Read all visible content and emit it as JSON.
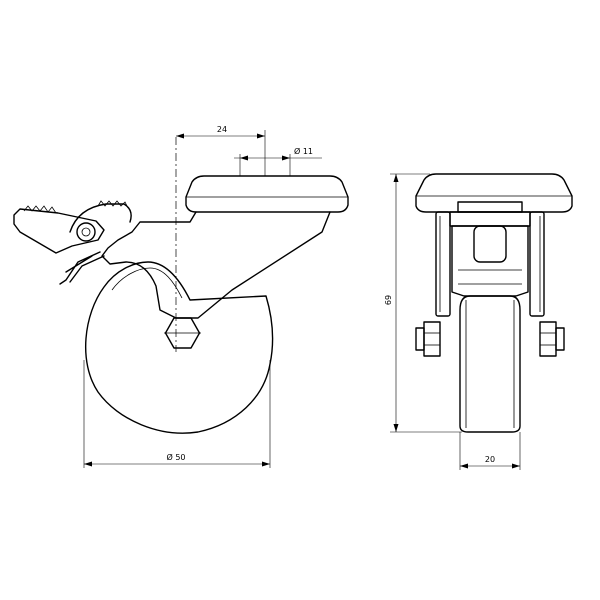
{
  "drawing": {
    "subject": "swivel castor with brake",
    "stroke_color": "#000000",
    "background_color": "#ffffff"
  },
  "dimensions": {
    "bolt_offset": "24",
    "bolt_hole_diameter": "Ø 11",
    "wheel_diameter": "Ø 50",
    "overall_height": "69",
    "wheel_width": "20"
  }
}
